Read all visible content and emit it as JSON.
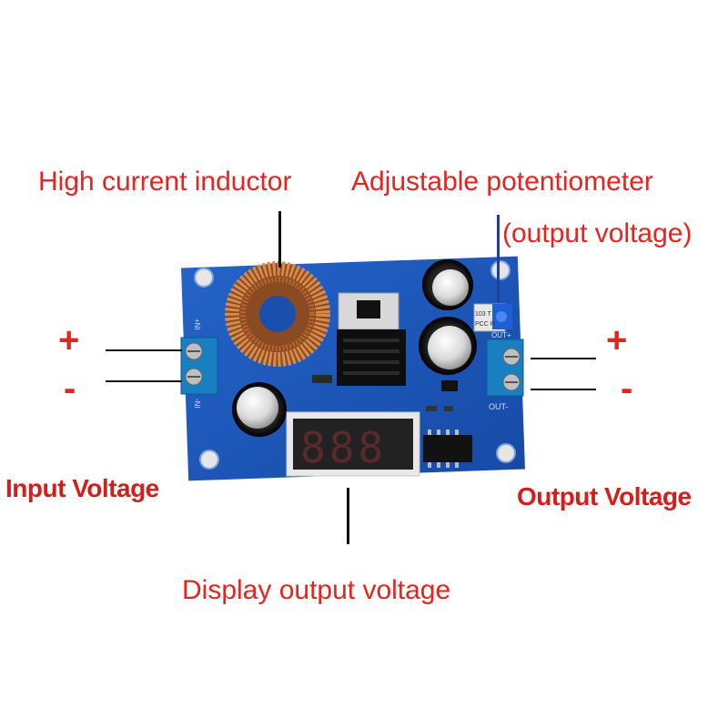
{
  "labels": {
    "inductor": "High current inductor",
    "potentiometer_line1": "Adjustable potentiometer",
    "potentiometer_line2": "(output voltage)",
    "input_voltage": "Input Voltage",
    "output_voltage": "Output Voltage",
    "display": "Display output voltage",
    "in_plus": "+",
    "in_minus": "-",
    "out_plus": "+",
    "out_minus": "-"
  },
  "board": {
    "silk_in_plus": "+NI",
    "silk_in_minus": "-NI",
    "silk_out_plus": "OUT+",
    "silk_out_minus": "OUT-",
    "pot_marking_1": "103 T",
    "pot_marking_2": "PCC R",
    "display_digits": "888",
    "colors": {
      "pcb": "#1a54b8",
      "pcb_dark": "#123f8f",
      "terminal": "#1a7fc0",
      "copper": "#c9773a",
      "pot": "#1d5fd6"
    }
  }
}
